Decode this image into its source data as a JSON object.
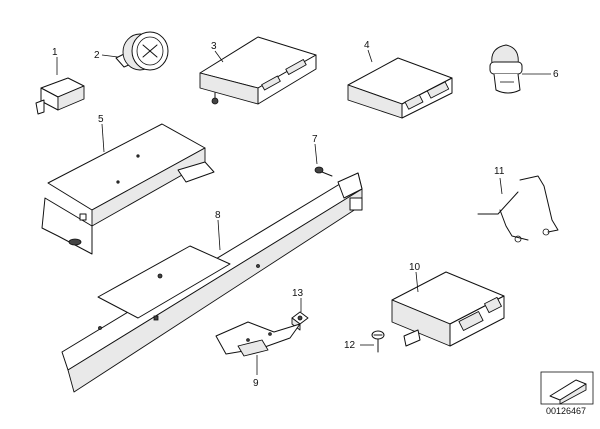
{
  "parts": [
    {
      "id": "1",
      "label": "1"
    },
    {
      "id": "2",
      "label": "2"
    },
    {
      "id": "3",
      "label": "3"
    },
    {
      "id": "4",
      "label": "4"
    },
    {
      "id": "5",
      "label": "5"
    },
    {
      "id": "6",
      "label": "6"
    },
    {
      "id": "7",
      "label": "7"
    },
    {
      "id": "8",
      "label": "8"
    },
    {
      "id": "9",
      "label": "9"
    },
    {
      "id": "10",
      "label": "10"
    },
    {
      "id": "11",
      "label": "11"
    },
    {
      "id": "12",
      "label": "12"
    },
    {
      "id": "13",
      "label": "13"
    }
  ],
  "diagram_id": "00126467"
}
